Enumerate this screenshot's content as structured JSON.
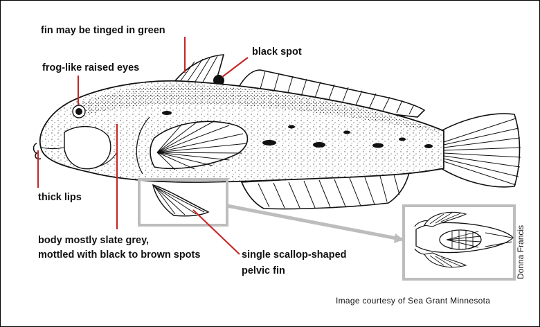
{
  "labels": {
    "fin_green": "fin may be tinged in green",
    "black_spot": "black spot",
    "raised_eyes": "frog-like raised eyes",
    "thick_lips": "thick lips",
    "body_line1": "body mostly slate grey,",
    "body_line2": "mottled with black to brown spots",
    "pelvic_line1": "single scallop-shaped",
    "pelvic_line2": "pelvic fin"
  },
  "credit": "Image courtesy of Sea Grant Minnesota",
  "artist_signature": "Donna Francis",
  "colors": {
    "leader_line": "#c62828",
    "callout_box": "#bdbdbd",
    "ink": "#111111"
  }
}
